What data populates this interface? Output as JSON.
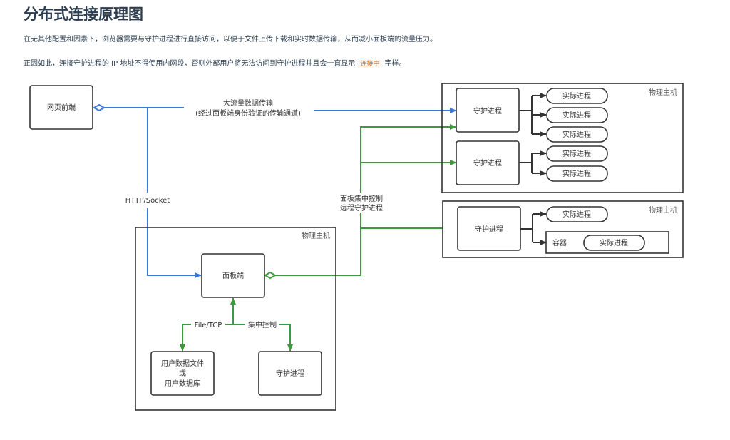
{
  "page": {
    "title": "分布式连接原理图",
    "paragraph1": "在无其他配置和因素下，浏览器需要与守护进程进行直接访问，以便于文件上传下载和实时数据传输，从而减小面板端的流量压力。",
    "paragraph2_before": "正因如此，连接守护进程的 IP 地址不得使用内网段，否则外部用户将无法访问到守护进程并且会一直显示",
    "paragraph2_badge": "连接中",
    "paragraph2_after": "字样。"
  },
  "colors": {
    "blue_link": "#3b78d8",
    "green_link": "#3c9a3c",
    "badge_text": "#e96900"
  },
  "diagram": {
    "web_frontend": "网页前端",
    "link_bulk_line1": "大流量数据传输",
    "link_bulk_line2": "(经过面板端身份验证的传输通道)",
    "link_http": "HTTP/Socket",
    "link_panel_control_line1": "面板集中控制",
    "link_panel_control_line2": "远程守护进程",
    "host_top": {
      "label": "物理主机",
      "daemons": [
        {
          "label": "守护进程",
          "processes": [
            "实际进程",
            "实际进程",
            "实际进程"
          ]
        },
        {
          "label": "守护进程",
          "processes": [
            "实际进程",
            "实际进程"
          ]
        }
      ]
    },
    "host_mid": {
      "label": "物理主机",
      "daemon": "守护进程",
      "process": "实际进程",
      "container_label": "容器",
      "container_process": "实际进程"
    },
    "host_panel": {
      "label": "物理主机",
      "panel": "面板端",
      "link_file": "File/TCP",
      "link_control": "集中控制",
      "user_data_line1": "用户数据文件",
      "user_data_line2": "或",
      "user_data_line3": "用户数据库",
      "daemon": "守护进程"
    }
  }
}
